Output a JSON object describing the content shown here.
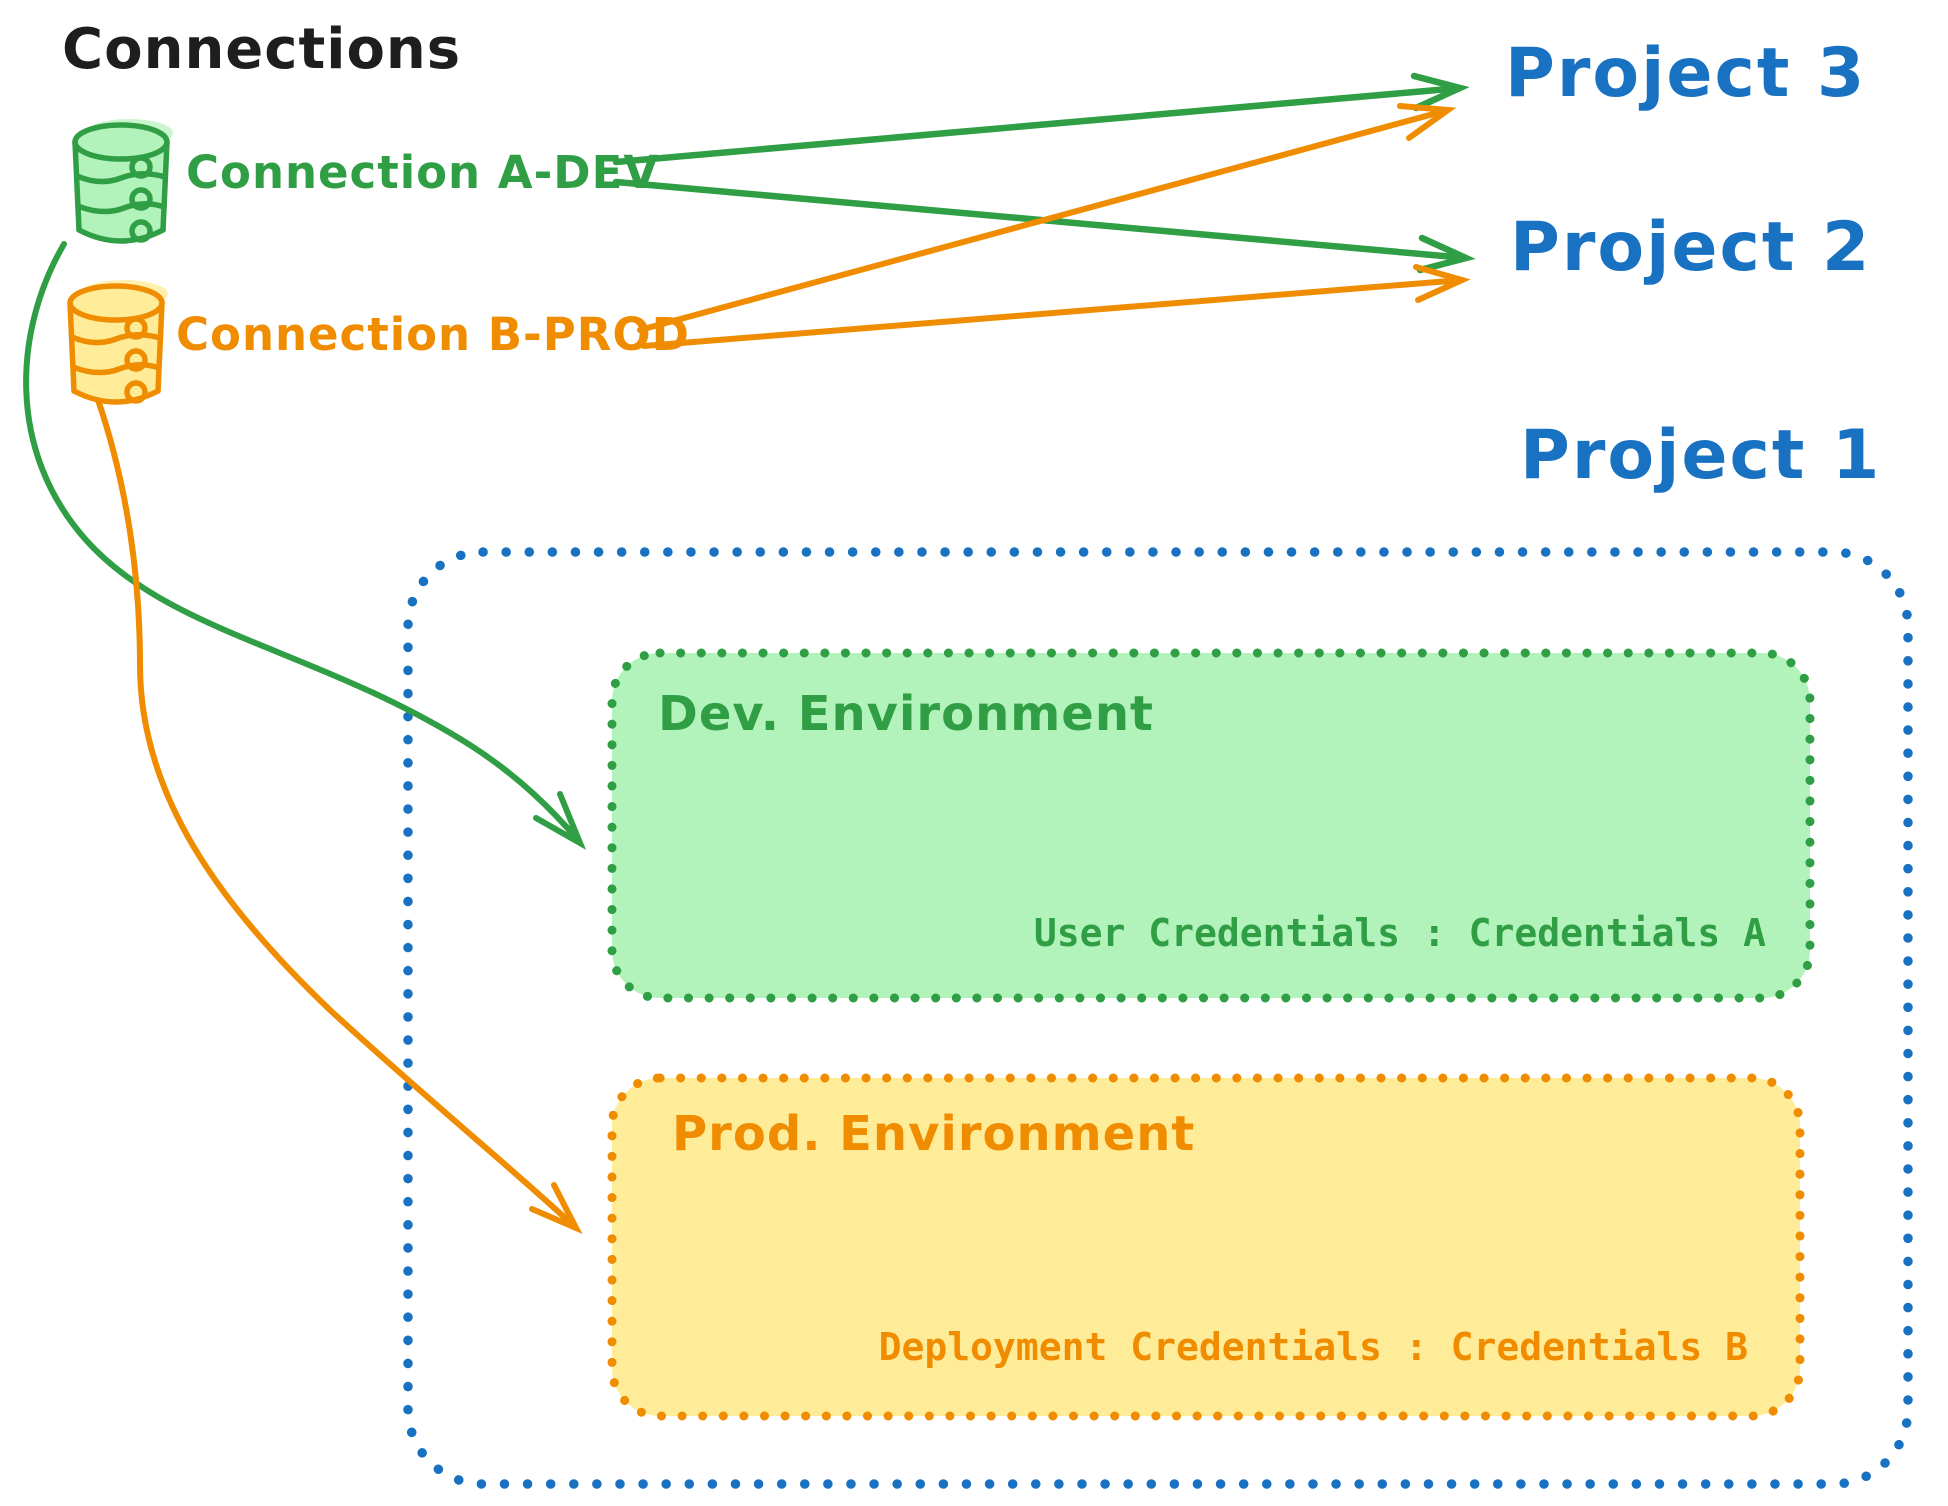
{
  "title": "Connections",
  "palette": {
    "black": "#1e1e1e",
    "green": "#2f9e44",
    "green_fill": "#b2f2bb",
    "orange": "#f08c00",
    "orange_fill": "#ffec99",
    "blue": "#1971c2"
  },
  "connections": [
    {
      "label": "Connection A-DEV",
      "color": "#2f9e44",
      "icon": "database"
    },
    {
      "label": "Connection B-PROD",
      "color": "#f08c00",
      "icon": "database"
    }
  ],
  "projects": [
    {
      "label": "Project 3"
    },
    {
      "label": "Project 2"
    },
    {
      "label": "Project 1"
    }
  ],
  "project1_box": {
    "environments": [
      {
        "title": "Dev. Environment",
        "credentials": "User Credentials : Credentials A",
        "color": "#2f9e44"
      },
      {
        "title": "Prod. Environment",
        "credentials": "Deployment Credentials : Credentials B",
        "color": "#f08c00"
      }
    ]
  },
  "edges": [
    {
      "from": "Connection A-DEV",
      "to": "Project 3",
      "color": "#2f9e44"
    },
    {
      "from": "Connection A-DEV",
      "to": "Project 2",
      "color": "#2f9e44"
    },
    {
      "from": "Connection B-PROD",
      "to": "Project 3",
      "color": "#f08c00"
    },
    {
      "from": "Connection B-PROD",
      "to": "Project 2",
      "color": "#f08c00"
    },
    {
      "from": "Connection A-DEV",
      "to": "Dev. Environment",
      "color": "#2f9e44"
    },
    {
      "from": "Connection B-PROD",
      "to": "Prod. Environment",
      "color": "#f08c00"
    }
  ]
}
